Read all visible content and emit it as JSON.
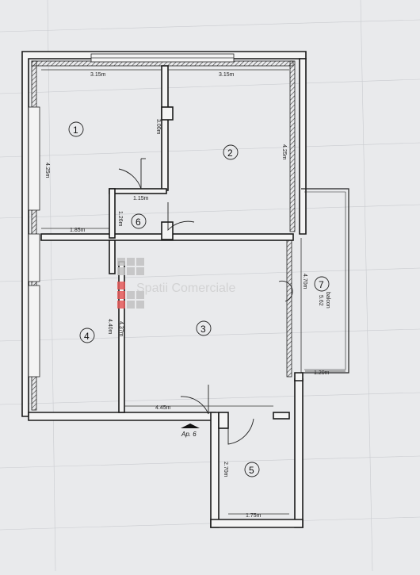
{
  "paper_bg": "#e9eaec",
  "line_color": "#1a1a1a",
  "watermark": {
    "text": "Spatii Comerciale",
    "colors": [
      "#b9b9b9",
      "#e45a5a"
    ]
  },
  "rooms": [
    {
      "number": "1",
      "dims": [
        "3.15m",
        "4.25m"
      ]
    },
    {
      "number": "2",
      "dims": [
        "3.15m",
        "4.25m",
        "3.00m"
      ]
    },
    {
      "number": "3",
      "dims": [
        "4.45m",
        "4.37m"
      ]
    },
    {
      "number": "4",
      "dims": [
        "1.85m",
        "4.40m"
      ]
    },
    {
      "number": "5",
      "dims": [
        "2.70m",
        "1.75m"
      ]
    },
    {
      "number": "6",
      "dims": [
        "1.15m",
        "1.26m"
      ]
    },
    {
      "number": "7",
      "dims": [
        "4.70m",
        "1.20m"
      ],
      "label": "balcon",
      "area": "5.62"
    }
  ],
  "entrance_label": "Ap. 6"
}
